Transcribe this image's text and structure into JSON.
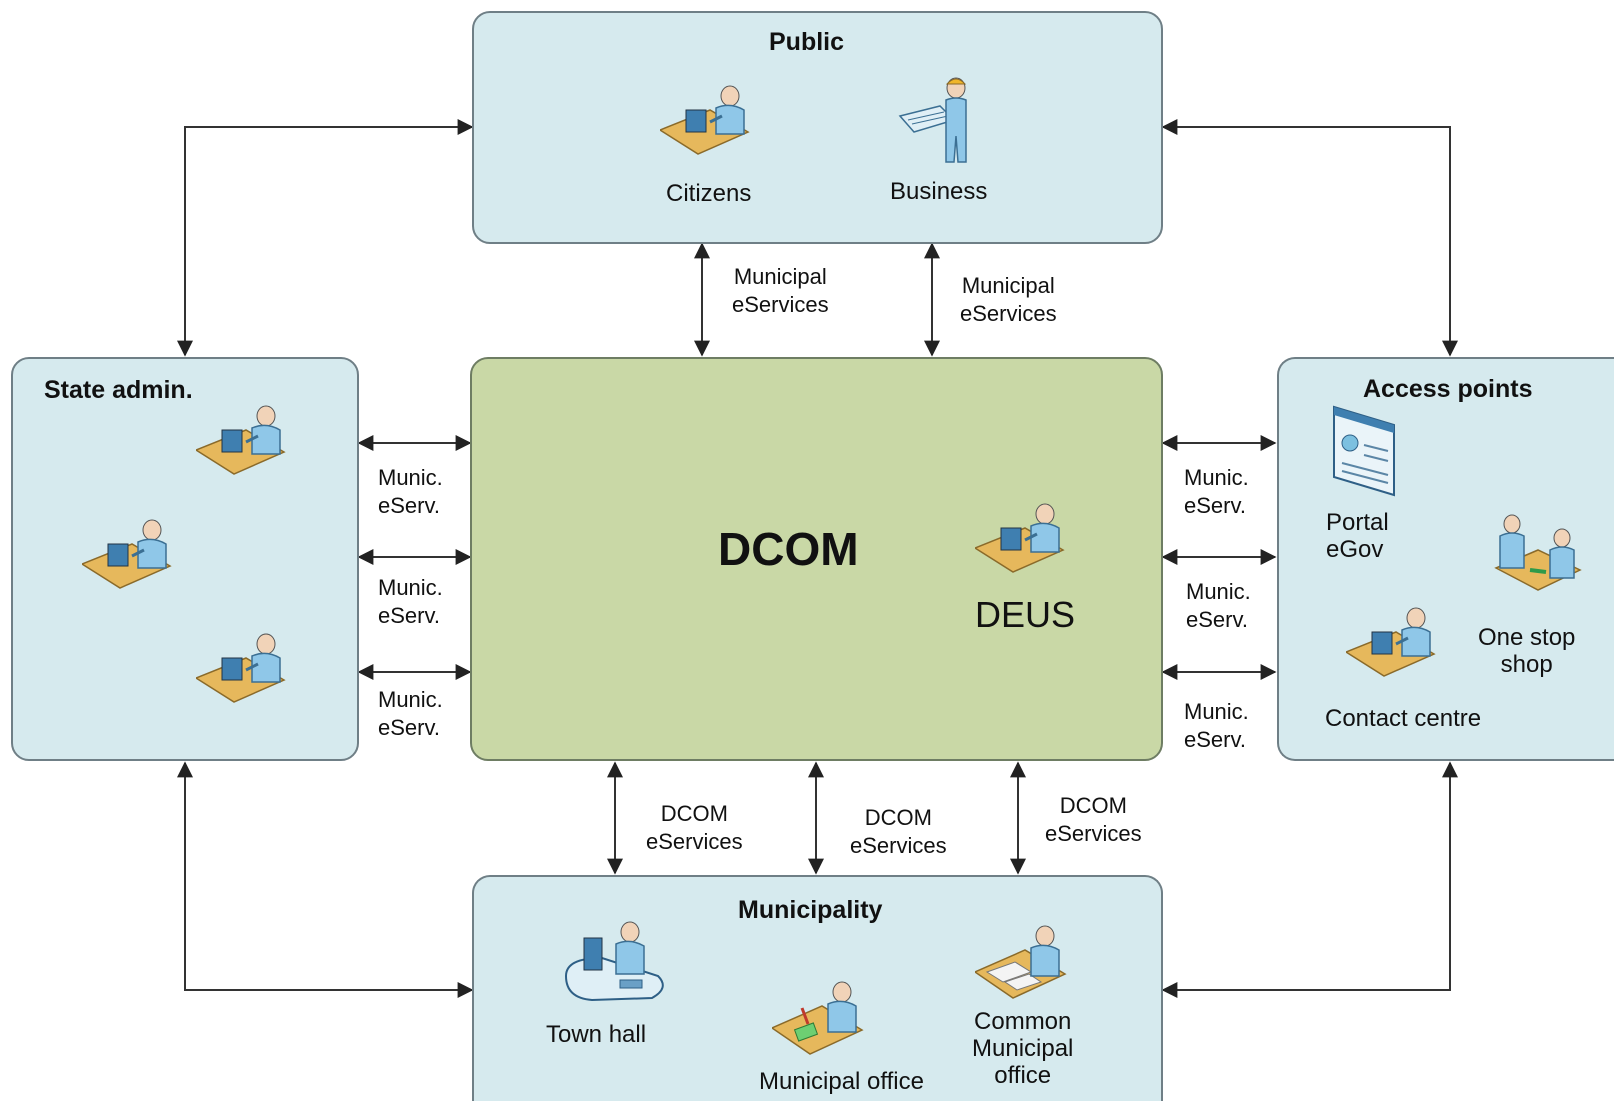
{
  "public": {
    "title": "Public",
    "citizens": "Citizens",
    "business": "Business"
  },
  "state": {
    "title": "State admin."
  },
  "access": {
    "title": "Access points",
    "portal": "Portal\neGov",
    "one_stop": "One stop\nshop",
    "contact": "Contact centre"
  },
  "dcom": {
    "title": "DCOM",
    "deus": "DEUS"
  },
  "municipality": {
    "title": "Municipality",
    "town_hall": "Town hall",
    "municipal_office": "Municipal office",
    "common": "Common\nMunicipal\noffice"
  },
  "edges": {
    "public_left": "Municipal\neServices",
    "public_right": "Municipal\neServices",
    "left_1": "Munic.\neServ.",
    "left_2": "Munic.\neServ.",
    "left_3": "Munic.\neServ.",
    "right_1": "Munic.\neServ.",
    "right_2": "Munic.\neServ.",
    "right_3": "Munic.\neServ.",
    "bottom_1": "DCOM\neServices",
    "bottom_2": "DCOM\neServices",
    "bottom_3": "DCOM\neServices"
  },
  "colors": {
    "box_blue": "#d6eaee",
    "box_green": "#c9d8a6",
    "border": "#6f7f86",
    "person": "#8fc7e8",
    "desk": "#e6b85c"
  }
}
